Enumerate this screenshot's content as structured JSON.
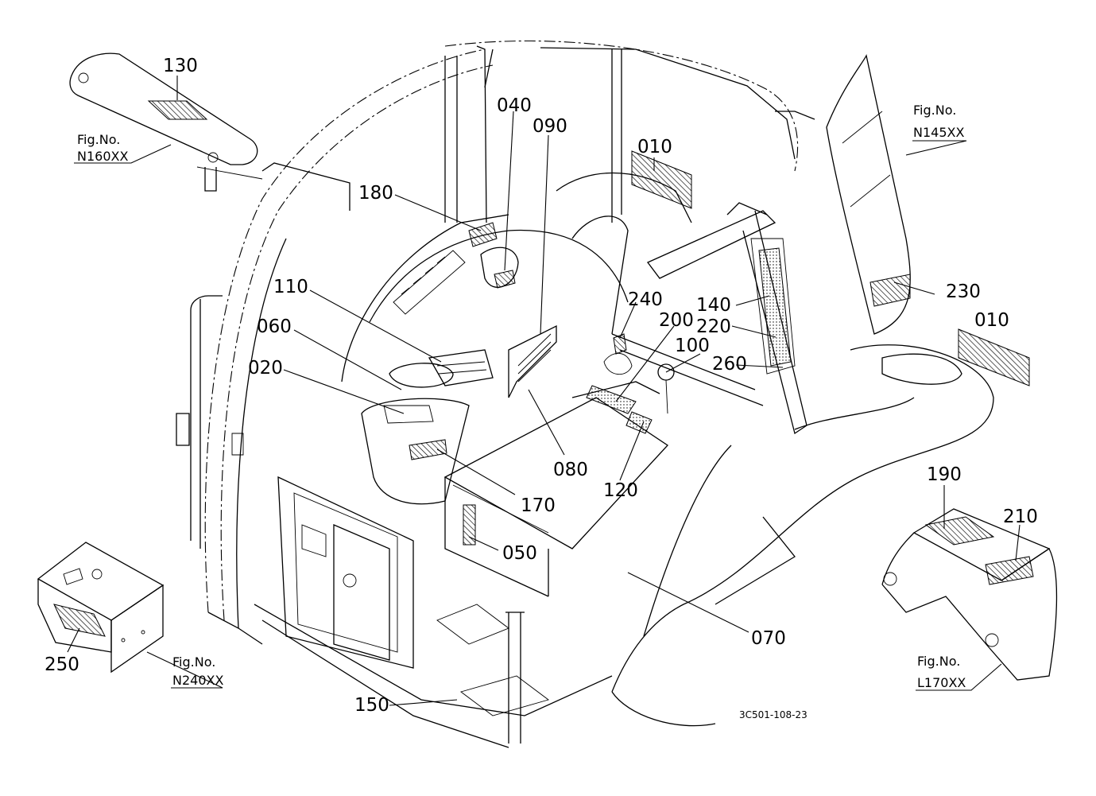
{
  "diagram": {
    "drawing_code": "3C501-108-23",
    "part_labels": {
      "p010a": "010",
      "p010b": "010",
      "p020": "020",
      "p040": "040",
      "p050": "050",
      "p060": "060",
      "p070": "070",
      "p080": "080",
      "p090": "090",
      "p100": "100",
      "p110": "110",
      "p120": "120",
      "p130": "130",
      "p140": "140",
      "p150": "150",
      "p170": "170",
      "p180": "180",
      "p190": "190",
      "p200": "200",
      "p210": "210",
      "p220": "220",
      "p230": "230",
      "p240": "240",
      "p250": "250",
      "p260": "260"
    },
    "fig_refs": [
      {
        "caption": "Fig.No.",
        "ref": "N160XX"
      },
      {
        "caption": "Fig.No.",
        "ref": "N145XX"
      },
      {
        "caption": "Fig.No.",
        "ref": "N240XX"
      },
      {
        "caption": "Fig.No.",
        "ref": "L170XX"
      }
    ]
  }
}
